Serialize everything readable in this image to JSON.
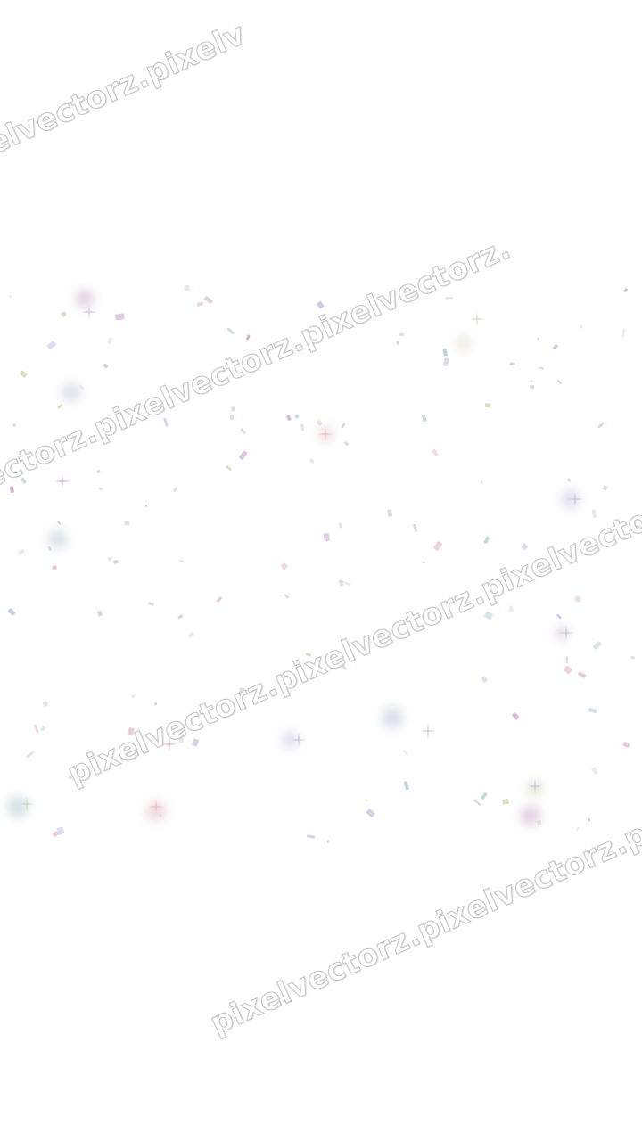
{
  "watermark": {
    "line_1": "elvectorz.pixelv",
    "line_2": "ectorz.pixelvectorz.pixelvectorz.",
    "line_3": "pixelvectorz.pixelvectorz.pixelvectorz.",
    "line_4": "pixelvectorz.pixelvectorz.pixelv"
  },
  "colors": {
    "background": "#ffffff",
    "confetti": [
      "#c9a6c9",
      "#b7c3d9",
      "#e3b8c2",
      "#d6d0b4",
      "#c6bde3",
      "#aec6cf"
    ]
  }
}
